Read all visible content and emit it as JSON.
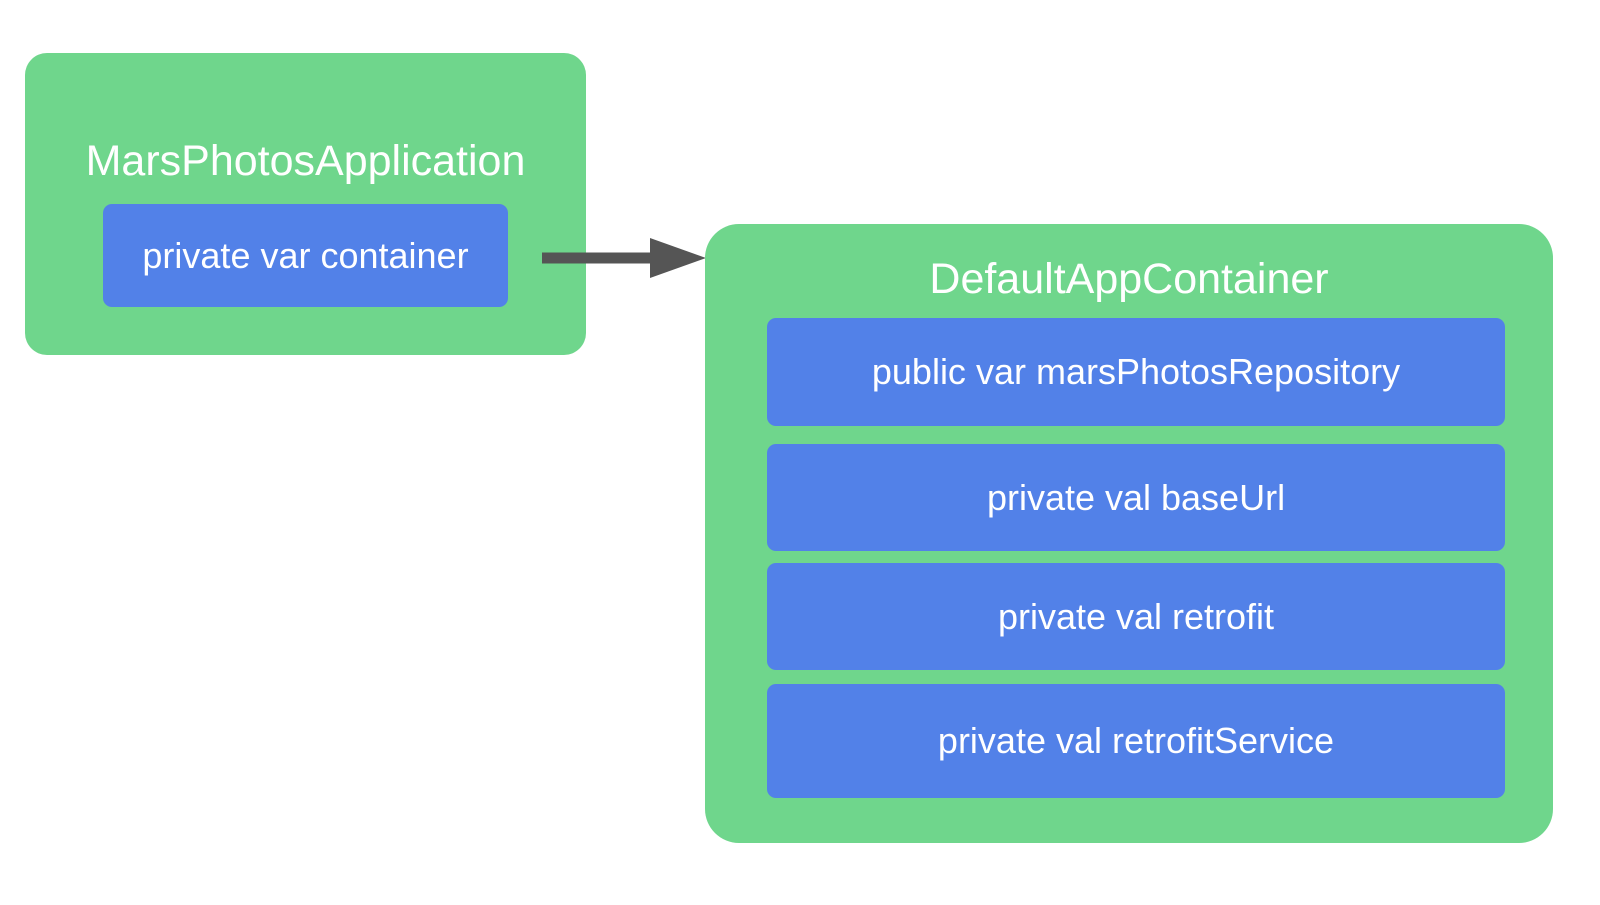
{
  "diagram": {
    "title": "MarsPhotosApplication to DefaultAppContainer dependency",
    "colors": {
      "class_box": "#6FD68C",
      "member_box": "#5281E8",
      "text": "#FFFFFF",
      "arrow": "#555555",
      "background": "#FFFFFF"
    }
  },
  "nodes": [
    {
      "id": "application",
      "title": "MarsPhotosApplication",
      "members": [
        {
          "id": "container",
          "label": "private var container"
        }
      ]
    },
    {
      "id": "app-container",
      "title": "DefaultAppContainer",
      "members": [
        {
          "id": "mars-photos-repository",
          "label": "public var marsPhotosRepository"
        },
        {
          "id": "base-url",
          "label": "private val baseUrl"
        },
        {
          "id": "retrofit",
          "label": "private val retrofit"
        },
        {
          "id": "retrofit-service",
          "label": "private val retrofitService"
        }
      ]
    }
  ],
  "edges": [
    {
      "id": "container-to-app-container",
      "from": "container",
      "to": "app-container",
      "label": "",
      "style": "solid-arrow"
    }
  ]
}
